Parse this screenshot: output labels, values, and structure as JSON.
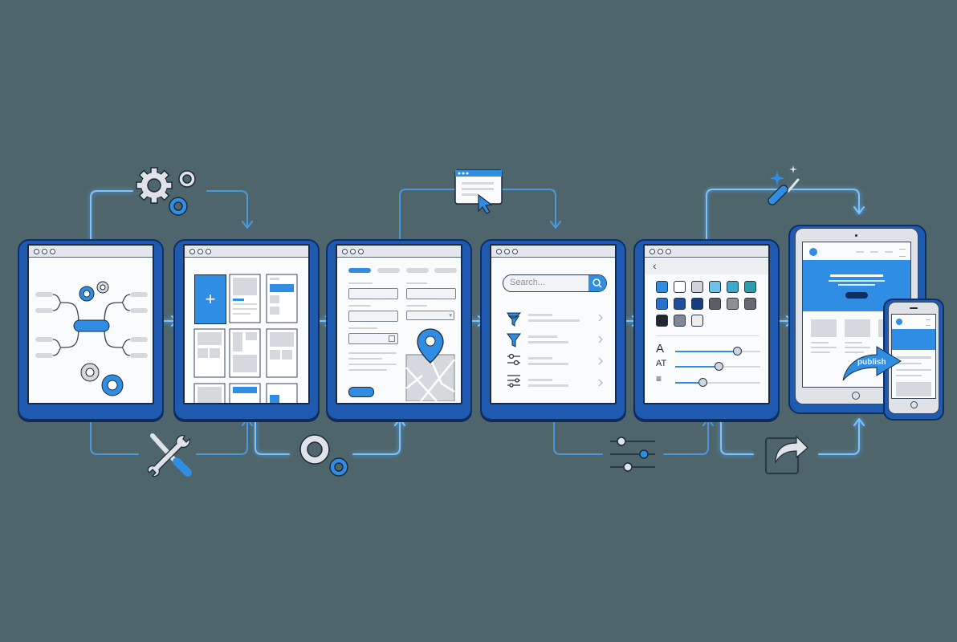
{
  "diagram": {
    "title": "App design workflow",
    "background_color": "#4e656b",
    "accent_color": "#2f8de4",
    "frame_color": "#1e5bb0",
    "glow_color": "#7cc4ff"
  },
  "steps": [
    {
      "id": "plan",
      "name": "Mind map / planning",
      "icon": "mind-map-with-gears"
    },
    {
      "id": "templates",
      "name": "Template grid",
      "icon": "plus-template",
      "add_label": "+"
    },
    {
      "id": "form",
      "name": "Form with map",
      "icon": "map-pin",
      "tabs": 4
    },
    {
      "id": "search",
      "name": "Search & filter",
      "search_placeholder": "Search...",
      "rows": [
        {
          "icon": "funnel-layered-icon"
        },
        {
          "icon": "funnel-icon"
        },
        {
          "icon": "sliders-icon"
        },
        {
          "icon": "adjust-sliders-icon"
        }
      ]
    },
    {
      "id": "style",
      "name": "Style settings",
      "back_label": "‹",
      "swatches": [
        "#2f8de4",
        "#ffffff",
        "#cfd4da",
        "#6ec1ea",
        "#3fa9c9",
        "#2b9bb0",
        "#2a72c8",
        "#1e4f9c",
        "#173d7a",
        "#5a5f66",
        "#8d9197",
        "#65696f",
        "#22282f",
        "#7f8894",
        "#ecedef"
      ],
      "sliders": [
        {
          "label": "A",
          "value": 0.72
        },
        {
          "label": "AT",
          "value": 0.5
        },
        {
          "label": "≡",
          "value": 0.31
        }
      ]
    },
    {
      "id": "publish",
      "name": "Publish to devices",
      "action_label": "publish"
    }
  ],
  "connectors": {
    "top": [
      {
        "from": "plan",
        "to": "templates",
        "icon": "gears-icon"
      },
      {
        "from": "form",
        "to": "search",
        "icon": "browser-cursor-icon"
      },
      {
        "from": "style",
        "to": "publish",
        "icon": "magic-screwdriver-icon"
      }
    ],
    "bottom": [
      {
        "from": "plan",
        "to": "templates",
        "icon": "tools-icon"
      },
      {
        "from": "templates",
        "to": "form",
        "icon": "gears-icon"
      },
      {
        "from": "search",
        "to": "style",
        "icon": "sliders-icon"
      },
      {
        "from": "style",
        "to": "publish",
        "icon": "share-icon"
      }
    ]
  }
}
